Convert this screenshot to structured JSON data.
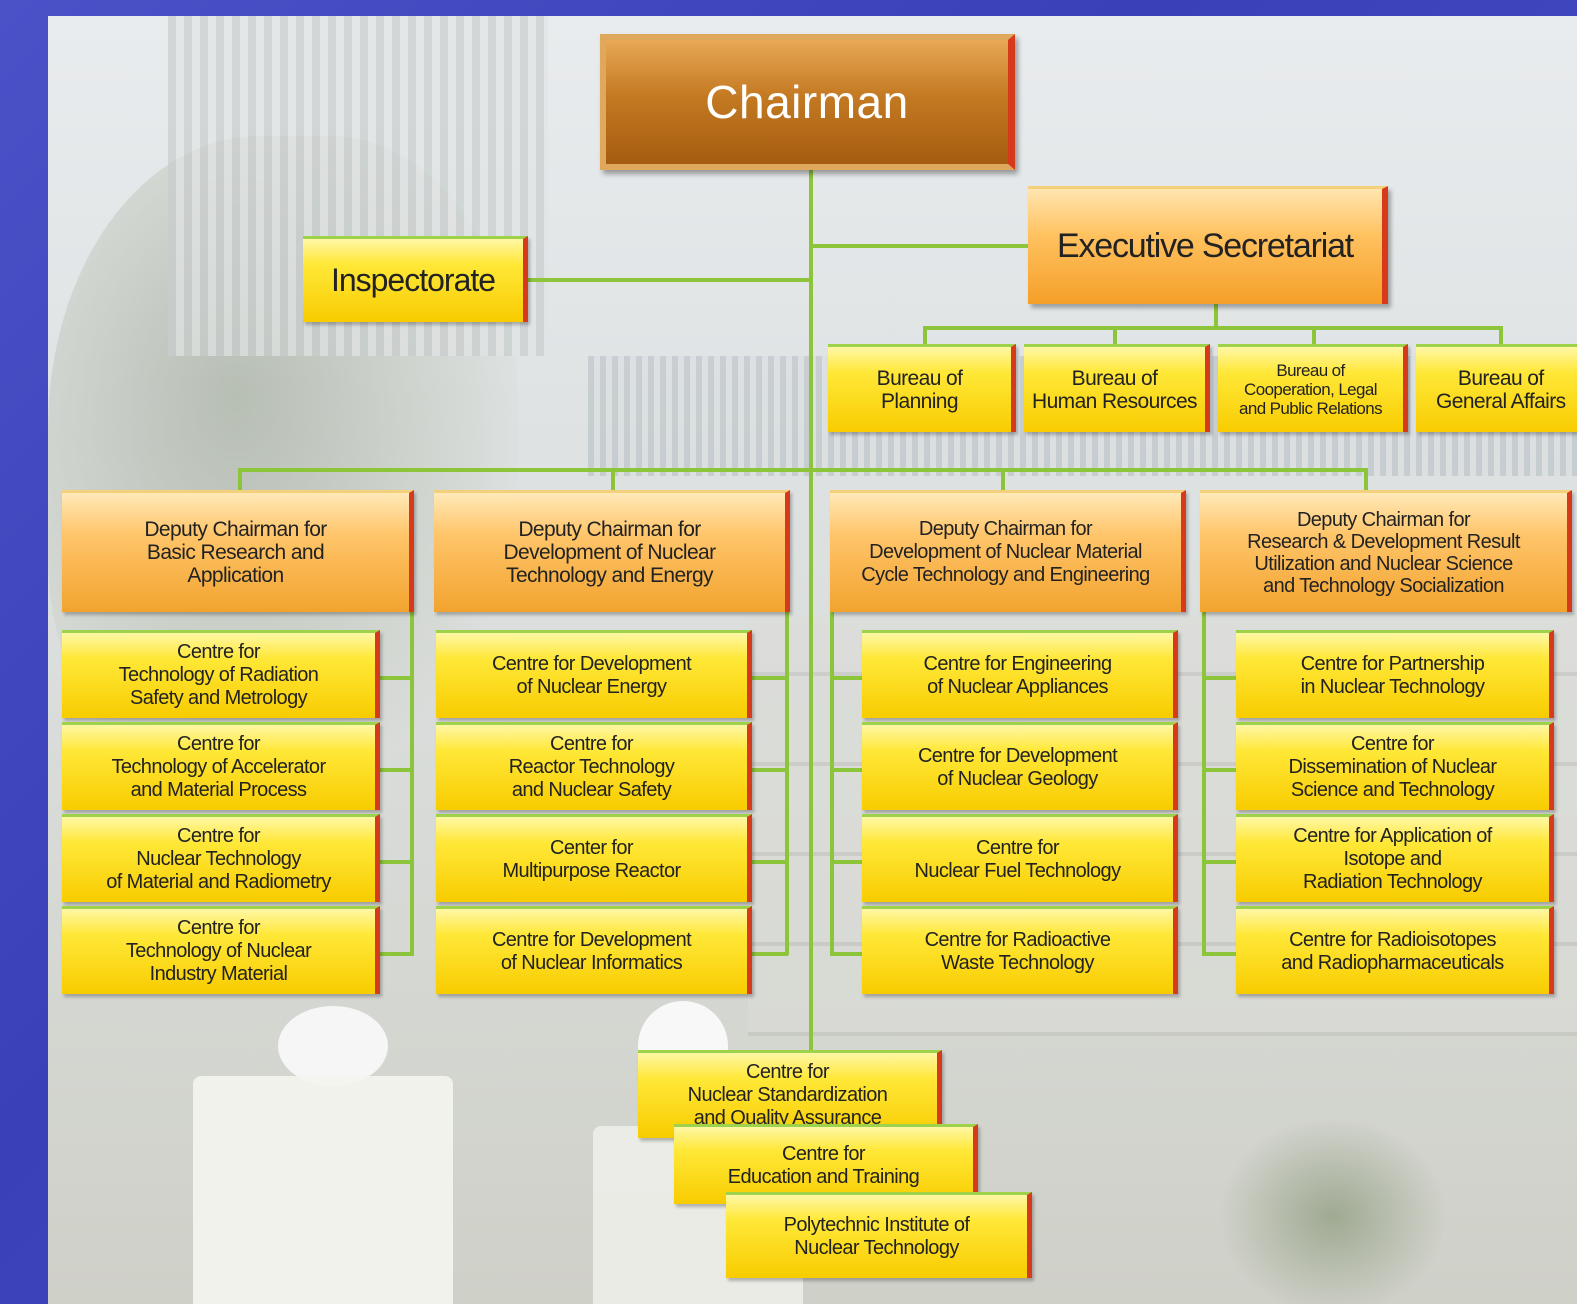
{
  "chart": {
    "chairman": "Chairman",
    "executive_secretariat": "Executive Secretariat",
    "inspectorate": "Inspectorate",
    "bureaus": [
      "Bureau of\nPlanning",
      "Bureau of\nHuman Resources",
      "Bureau of\nCooperation, Legal\nand Public Relations",
      "Bureau of\nGeneral Affairs"
    ],
    "deputies": [
      {
        "title": "Deputy Chairman for\nBasic Research and\nApplication",
        "centres": [
          "Centre for\nTechnology of Radiation\nSafety and Metrology",
          "Centre for\nTechnology of Accelerator\nand Material Process",
          "Centre for\nNuclear Technology\nof Material and Radiometry",
          "Centre for\nTechnology of Nuclear\nIndustry Material"
        ]
      },
      {
        "title": "Deputy Chairman for\nDevelopment of Nuclear\nTechnology and Energy",
        "centres": [
          "Centre for Development\nof Nuclear Energy",
          "Centre for\nReactor Technology\nand Nuclear Safety",
          "Center for\nMultipurpose Reactor",
          "Centre for Development\nof Nuclear Informatics"
        ]
      },
      {
        "title": "Deputy Chairman for\nDevelopment of Nuclear Material\nCycle Technology and Engineering",
        "centres": [
          "Centre for Engineering\nof Nuclear Appliances",
          "Centre for Development\nof Nuclear Geology",
          "Centre for\nNuclear Fuel Technology",
          "Centre for Radioactive\nWaste Technology"
        ]
      },
      {
        "title": "Deputy Chairman for\nResearch & Development Result\nUtilization and Nuclear Science\nand Technology Socialization",
        "centres": [
          "Centre for Partnership\nin Nuclear Technology",
          "Centre for\nDissemination of Nuclear\nScience and Technology",
          "Centre for Application of\nIsotope and\nRadiation Technology",
          "Centre for Radioisotopes\nand Radiopharmaceuticals"
        ]
      }
    ],
    "bottom_centres": [
      "Centre for\nNuclear Standardization\nand Quality Assurance",
      "Centre for\nEducation and Training",
      "Polytechnic Institute of\nNuclear Technology"
    ]
  },
  "colors": {
    "page_border": "#4a52c8",
    "chairman_box": "#b86a18",
    "deputy_box": "#f7b040",
    "unit_box": "#f8d400",
    "connector": "#8cc43a",
    "box_edge": "#d63a1a"
  }
}
